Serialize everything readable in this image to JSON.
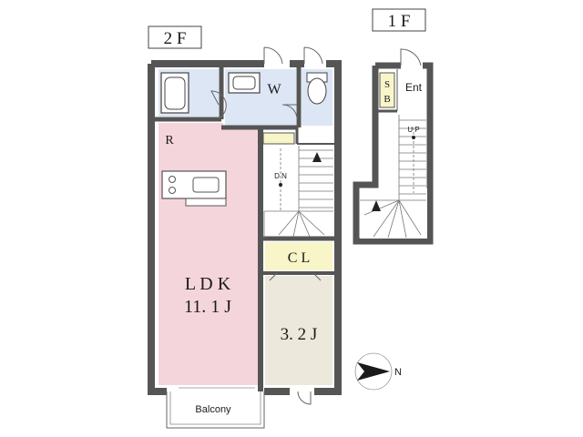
{
  "floor_labels": {
    "second": "2 F",
    "first": "1 F"
  },
  "rooms": {
    "ldk_name": "L D K",
    "ldk_size": "11. 1 J",
    "bedroom_size": "3. 2 J",
    "washroom": "W",
    "refrigerator": "R",
    "closet": "C L",
    "entrance": "Ent",
    "shoe_box_s": "S",
    "shoe_box_b": "B",
    "balcony": "Balcony"
  },
  "stairs": {
    "down": "D N",
    "up": "U P"
  },
  "compass": {
    "north": "N"
  },
  "colors": {
    "ldk": "#f5d5dc",
    "wet_area": "#dde6f5",
    "bedroom": "#ece8dc",
    "closet": "#f8f5c9",
    "shoe_box": "#f8f5c9",
    "wall": "#555555"
  },
  "icons": [
    "bathtub-icon",
    "sink-icon",
    "toilet-icon",
    "kitchen-stove-icon",
    "compass-icon"
  ]
}
